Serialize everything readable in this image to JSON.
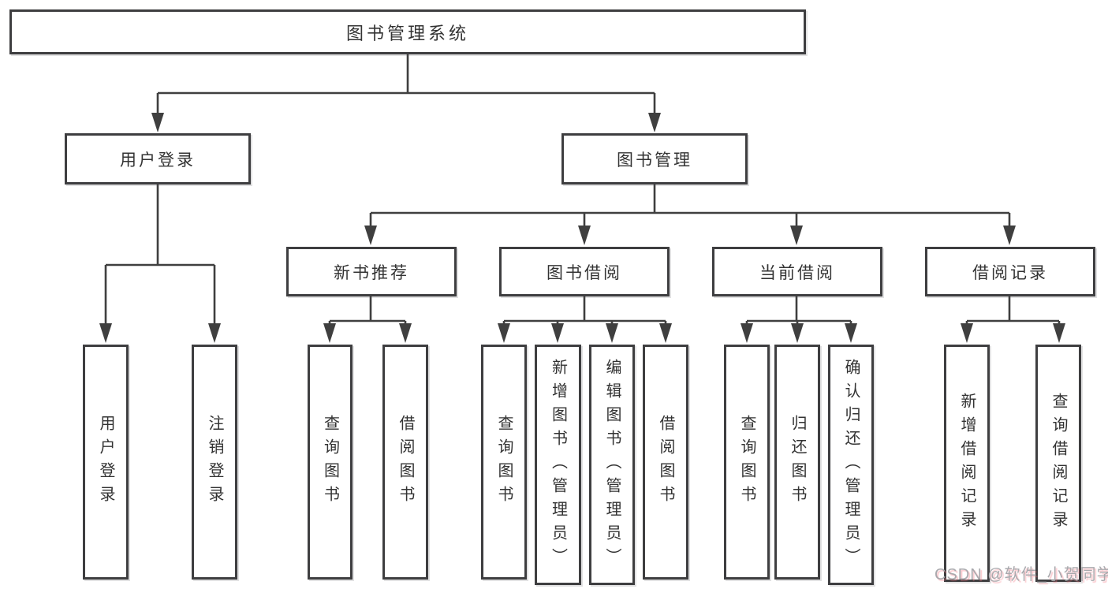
{
  "diagram": {
    "root": {
      "label": "图书管理系统"
    },
    "branches": [
      {
        "label": "用户登录",
        "children": [
          {
            "label": "用户登录"
          },
          {
            "label": "注销登录"
          }
        ]
      },
      {
        "label": "图书管理",
        "groups": [
          {
            "label": "新书推荐",
            "children": [
              {
                "label": "查询图书"
              },
              {
                "label": "借阅图书"
              }
            ]
          },
          {
            "label": "图书借阅",
            "children": [
              {
                "label": "查询图书"
              },
              {
                "label": "新增图书（管理员）"
              },
              {
                "label": "编辑图书（管理员）"
              },
              {
                "label": "借阅图书"
              }
            ]
          },
          {
            "label": "当前借阅",
            "children": [
              {
                "label": "查询图书"
              },
              {
                "label": "归还图书"
              },
              {
                "label": "确认归还（管理员）"
              }
            ]
          },
          {
            "label": "借阅记录",
            "children": [
              {
                "label": "新增借阅记录"
              },
              {
                "label": "查询借阅记录"
              }
            ]
          }
        ]
      }
    ]
  },
  "watermark": {
    "text": "CSDN @软件_小贺同学"
  },
  "colors": {
    "line": "#3f3f3f",
    "box_border": "#3e3e40",
    "text": "#333333",
    "watermark": "#a9a9ad",
    "background": "#ffffff"
  }
}
